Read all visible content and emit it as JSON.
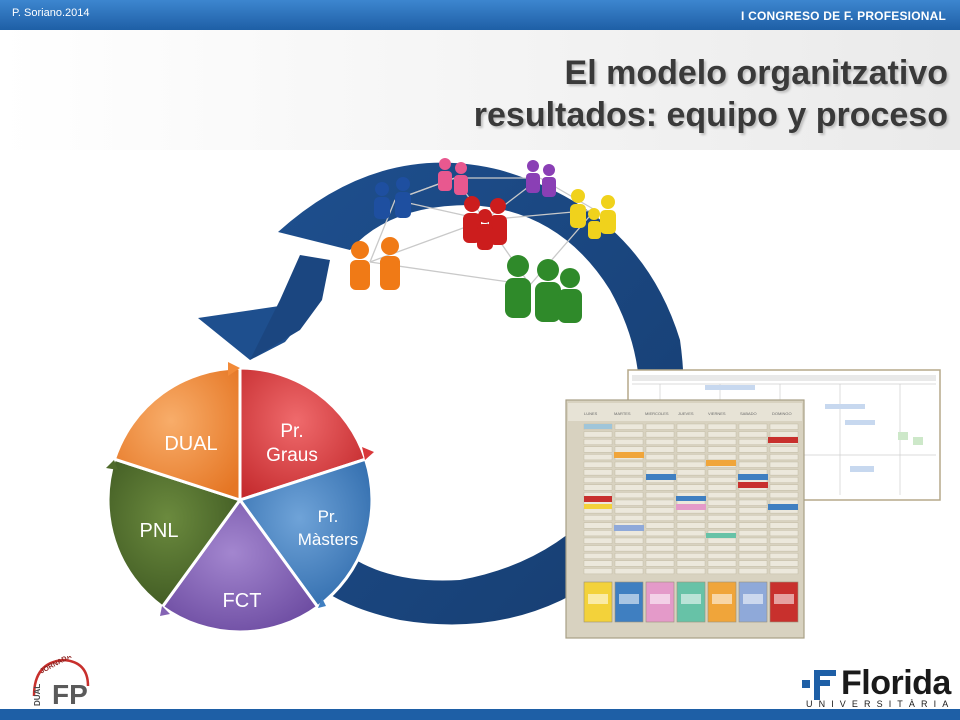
{
  "header": {
    "author": "P. Soriano.2014",
    "congress": "I CONGRESO  DE F. PROFESIONAL"
  },
  "title": {
    "line1": "El modelo organitzativo",
    "line2": "resultados: equipo y proceso"
  },
  "cycle": {
    "segments": [
      {
        "label_line1": "Pr.",
        "label_line2": "Graus",
        "color": "#d9383a"
      },
      {
        "label_line1": "Pr.",
        "label_line2": "Màsters",
        "color": "#3f7fc1"
      },
      {
        "label_line1": "FCT",
        "label_line2": "",
        "color": "#8463b4"
      },
      {
        "label_line1": "PNL",
        "label_line2": "",
        "color": "#4f6a2a"
      },
      {
        "label_line1": "DUAL",
        "label_line2": "",
        "color": "#f28a38"
      }
    ]
  },
  "team_colors": [
    "#e8588f",
    "#8a3fb5",
    "#f0d21c",
    "#2f8a2a",
    "#cc1d1d",
    "#f07a16",
    "#1e4fa0"
  ],
  "board": {
    "header_labels": [
      "LUNES",
      "MARTES",
      "MIERCOLES",
      "JUEVES",
      "VIERNES",
      "SABADO",
      "DOMINGO"
    ],
    "pocket_colors": [
      "#f3d23a",
      "#3f7fc1",
      "#e49ac9",
      "#67c2a7",
      "#f0a53a",
      "#8fa9d9",
      "#c8302d"
    ]
  },
  "logos": {
    "florida_word": "Florida",
    "florida_sub": "UNIVERSITÀRIA",
    "fp_top": "JORNADA",
    "fp_side": "DUAL",
    "fp_main": "FP"
  },
  "colors": {
    "accent": "#1e5fa6",
    "arrow": "#1f4e8a"
  }
}
